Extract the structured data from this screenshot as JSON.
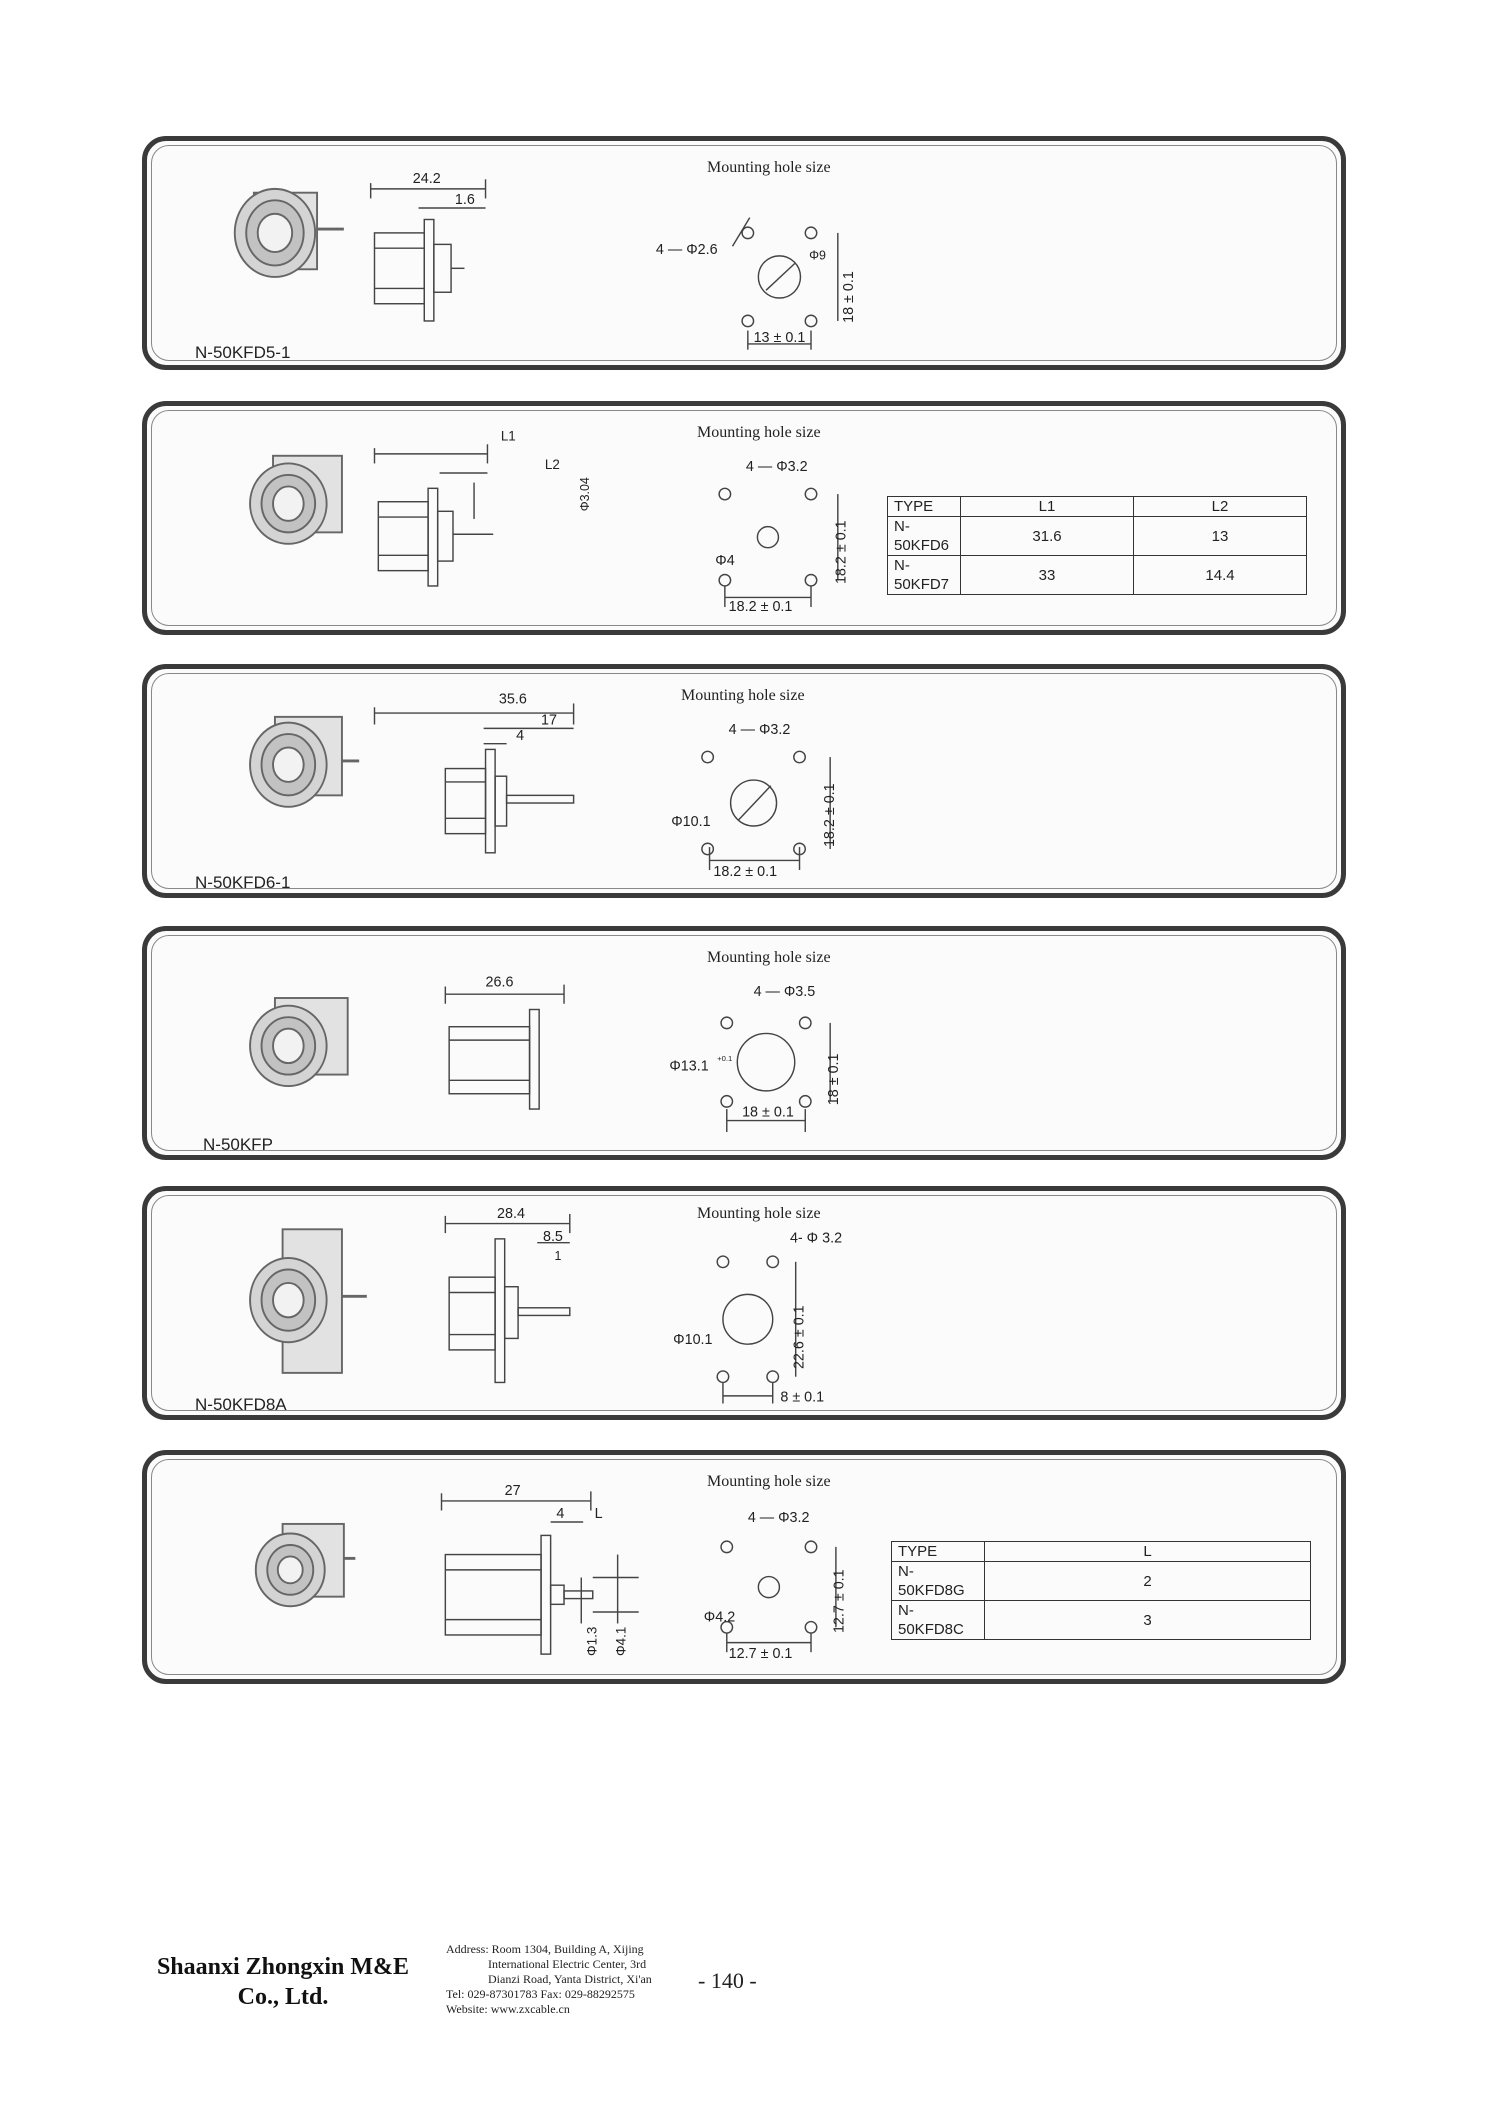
{
  "mounting_title": "Mounting hole size",
  "panels": [
    {
      "model": "N-50KFD5-1",
      "dims": [
        "24.2",
        "1.6"
      ],
      "holes": [
        "4 — Φ2.6",
        "Φ9",
        "18 ± 0.1",
        "13 ± 0.1"
      ]
    },
    {
      "model": "",
      "dims": [
        "L1",
        "L2",
        "Φ3.04"
      ],
      "holes": [
        "4 — Φ3.2",
        "Φ4",
        "18.2 ± 0.1",
        "18.2 ± 0.1"
      ],
      "table": {
        "headers": [
          "TYPE",
          "L1",
          "L2"
        ],
        "rows": [
          [
            "N-50KFD6",
            "31.6",
            "13"
          ],
          [
            "N-50KFD7",
            "33",
            "14.4"
          ]
        ]
      }
    },
    {
      "model": "N-50KFD6-1",
      "dims": [
        "35.6",
        "17",
        "4"
      ],
      "holes": [
        "4 — Φ3.2",
        "Φ10.1",
        "18.2 ± 0.1",
        "18.2 ± 0.1"
      ]
    },
    {
      "model": "N-50KFP",
      "dims": [
        "26.6"
      ],
      "holes": [
        "4 — Φ3.5",
        "Φ13.1",
        "+0.1",
        "18 ± 0.1",
        "18 ± 0.1"
      ]
    },
    {
      "model": "N-50KFD8A",
      "dims": [
        "28.4",
        "8.5",
        "1"
      ],
      "holes": [
        "4- Φ 3.2",
        "Φ10.1",
        "22.6 ± 0.1",
        "8 ± 0.1"
      ]
    },
    {
      "model": "",
      "dims": [
        "27",
        "4",
        "L",
        "Φ1.3",
        "Φ4.1"
      ],
      "holes": [
        "4 — Φ3.2",
        "Φ4.2",
        "12.7 ± 0.1",
        "12.7 ± 0.1"
      ],
      "table": {
        "headers": [
          "TYPE",
          "L"
        ],
        "rows": [
          [
            "N-50KFD8G",
            "2"
          ],
          [
            "N-50KFD8C",
            "3"
          ]
        ]
      }
    }
  ],
  "footer": {
    "company_line1": "Shaanxi Zhongxin M&E",
    "company_line2": "Co., Ltd.",
    "address_lines": [
      "Address: Room 1304, Building A, Xijing",
      "International Electric Center, 3rd",
      "Dianzi Road, Yanta District, Xi'an",
      "Tel: 029-87301783   Fax: 029-88292575",
      "Website: www.zxcable.cn"
    ],
    "page_number": "- 140 -"
  }
}
